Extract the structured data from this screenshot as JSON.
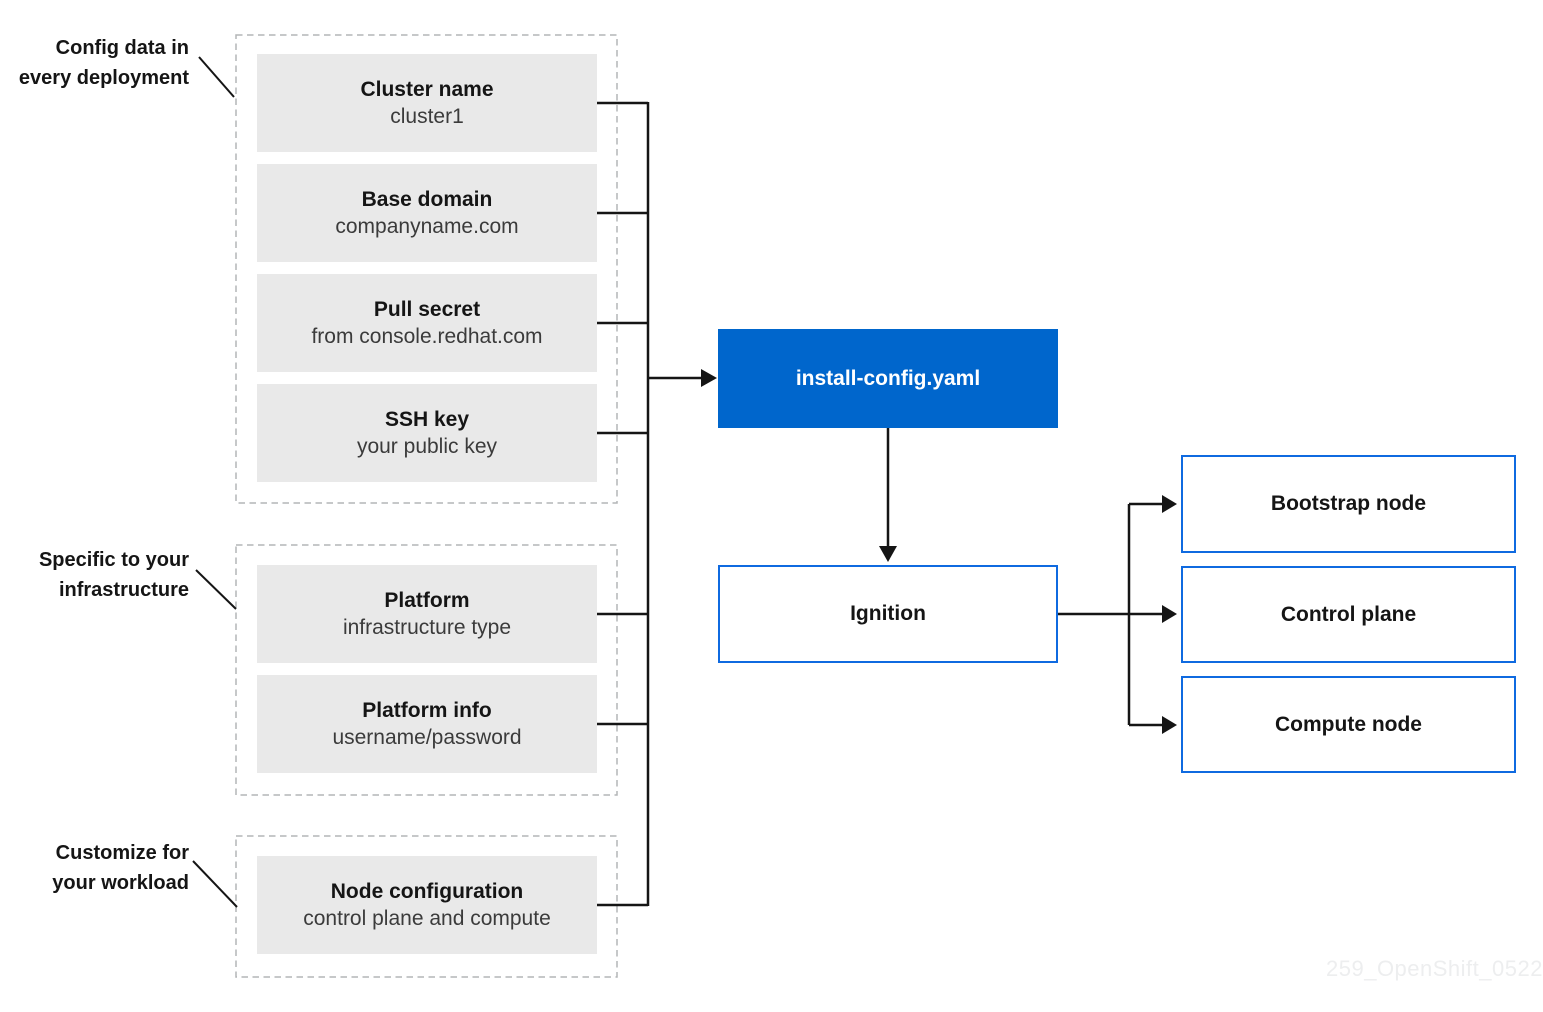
{
  "annotations": [
    {
      "line1": "Config data in",
      "line2": "every deployment"
    },
    {
      "line1": "Specific to your",
      "line2": "infrastructure"
    },
    {
      "line1": "Customize for",
      "line2": "your workload"
    }
  ],
  "config_boxes": [
    {
      "title": "Cluster name",
      "subtitle": "cluster1"
    },
    {
      "title": "Base domain",
      "subtitle": "companyname.com"
    },
    {
      "title": "Pull secret",
      "subtitle": "from console.redhat.com"
    },
    {
      "title": "SSH key",
      "subtitle": "your public key"
    },
    {
      "title": "Platform",
      "subtitle": "infrastructure type"
    },
    {
      "title": "Platform info",
      "subtitle": "username/password"
    },
    {
      "title": "Node configuration",
      "subtitle": "control plane and compute"
    }
  ],
  "install_config_label": "install-config.yaml",
  "ignition_label": "Ignition",
  "node_boxes": [
    {
      "label": "Bootstrap node"
    },
    {
      "label": "Control plane"
    },
    {
      "label": "Compute node"
    }
  ],
  "watermark": "259_OpenShift_0522",
  "colors": {
    "accent_blue": "#0066cc",
    "outline_blue": "#0f6ae0",
    "box_fill": "#e9e9e9",
    "connector": "#151515",
    "dashed_border": "#b3b5b7",
    "watermark_color": "#edeeef"
  }
}
